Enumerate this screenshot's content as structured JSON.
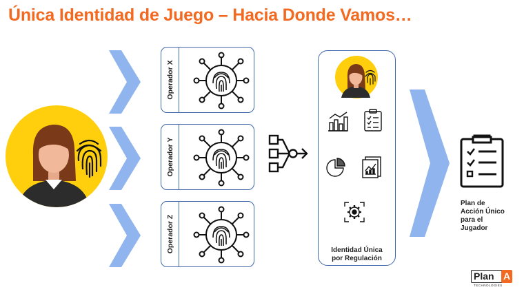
{
  "title": "Única Identidad de Juego – Hacia Donde Vamos…",
  "operators": [
    {
      "label": "Operador X"
    },
    {
      "label": "Operador Y"
    },
    {
      "label": "Operador Z"
    }
  ],
  "identity_panel": {
    "label_line1": "Identidad Única",
    "label_line2": "por Regulación"
  },
  "plan": {
    "line1": "Plan de",
    "line2": "Acción Único",
    "line3": "para el",
    "line4": "Jugador"
  },
  "logo": {
    "plan": "Plan",
    "a": "A",
    "sub": "TECHNOLOGIES"
  },
  "colors": {
    "title": "#f26a21",
    "chevron": "#8fb4ee",
    "box_border": "#3d66a8",
    "avatar_bg": "#ffcf0d",
    "logo_accent": "#f26a21"
  }
}
